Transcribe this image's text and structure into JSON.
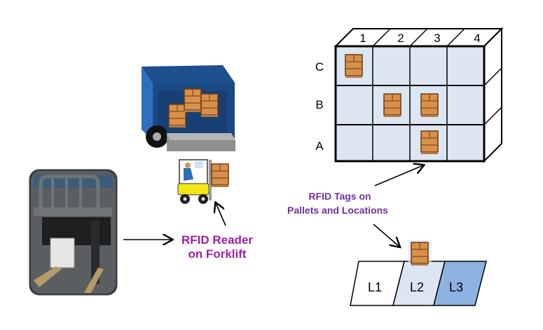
{
  "rack": {
    "columns": [
      "1",
      "2",
      "3",
      "4"
    ],
    "rows": [
      "C",
      "B",
      "A"
    ],
    "occupied": [
      {
        "row": "C",
        "col": "1"
      },
      {
        "row": "B",
        "col": "2"
      },
      {
        "row": "B",
        "col": "3"
      },
      {
        "row": "A",
        "col": "3"
      }
    ]
  },
  "labels": {
    "tags_line1": "RFID Tags on",
    "tags_line2": "Pallets and Locations",
    "reader_line1": "RFID Reader",
    "reader_line2": "on Forklift"
  },
  "floor_locations": [
    {
      "label": "L1",
      "color": "#ffffff"
    },
    {
      "label": "L2",
      "color": "#dce6f2"
    },
    {
      "label": "L3",
      "color": "#8db3e2"
    }
  ],
  "colors": {
    "rack_cell": "#dce6f2",
    "pallet": "#d9904a",
    "truck_blue": "#1f5ea8",
    "forklift_yellow": "#f5e616",
    "label_purple": "#7030a0"
  }
}
